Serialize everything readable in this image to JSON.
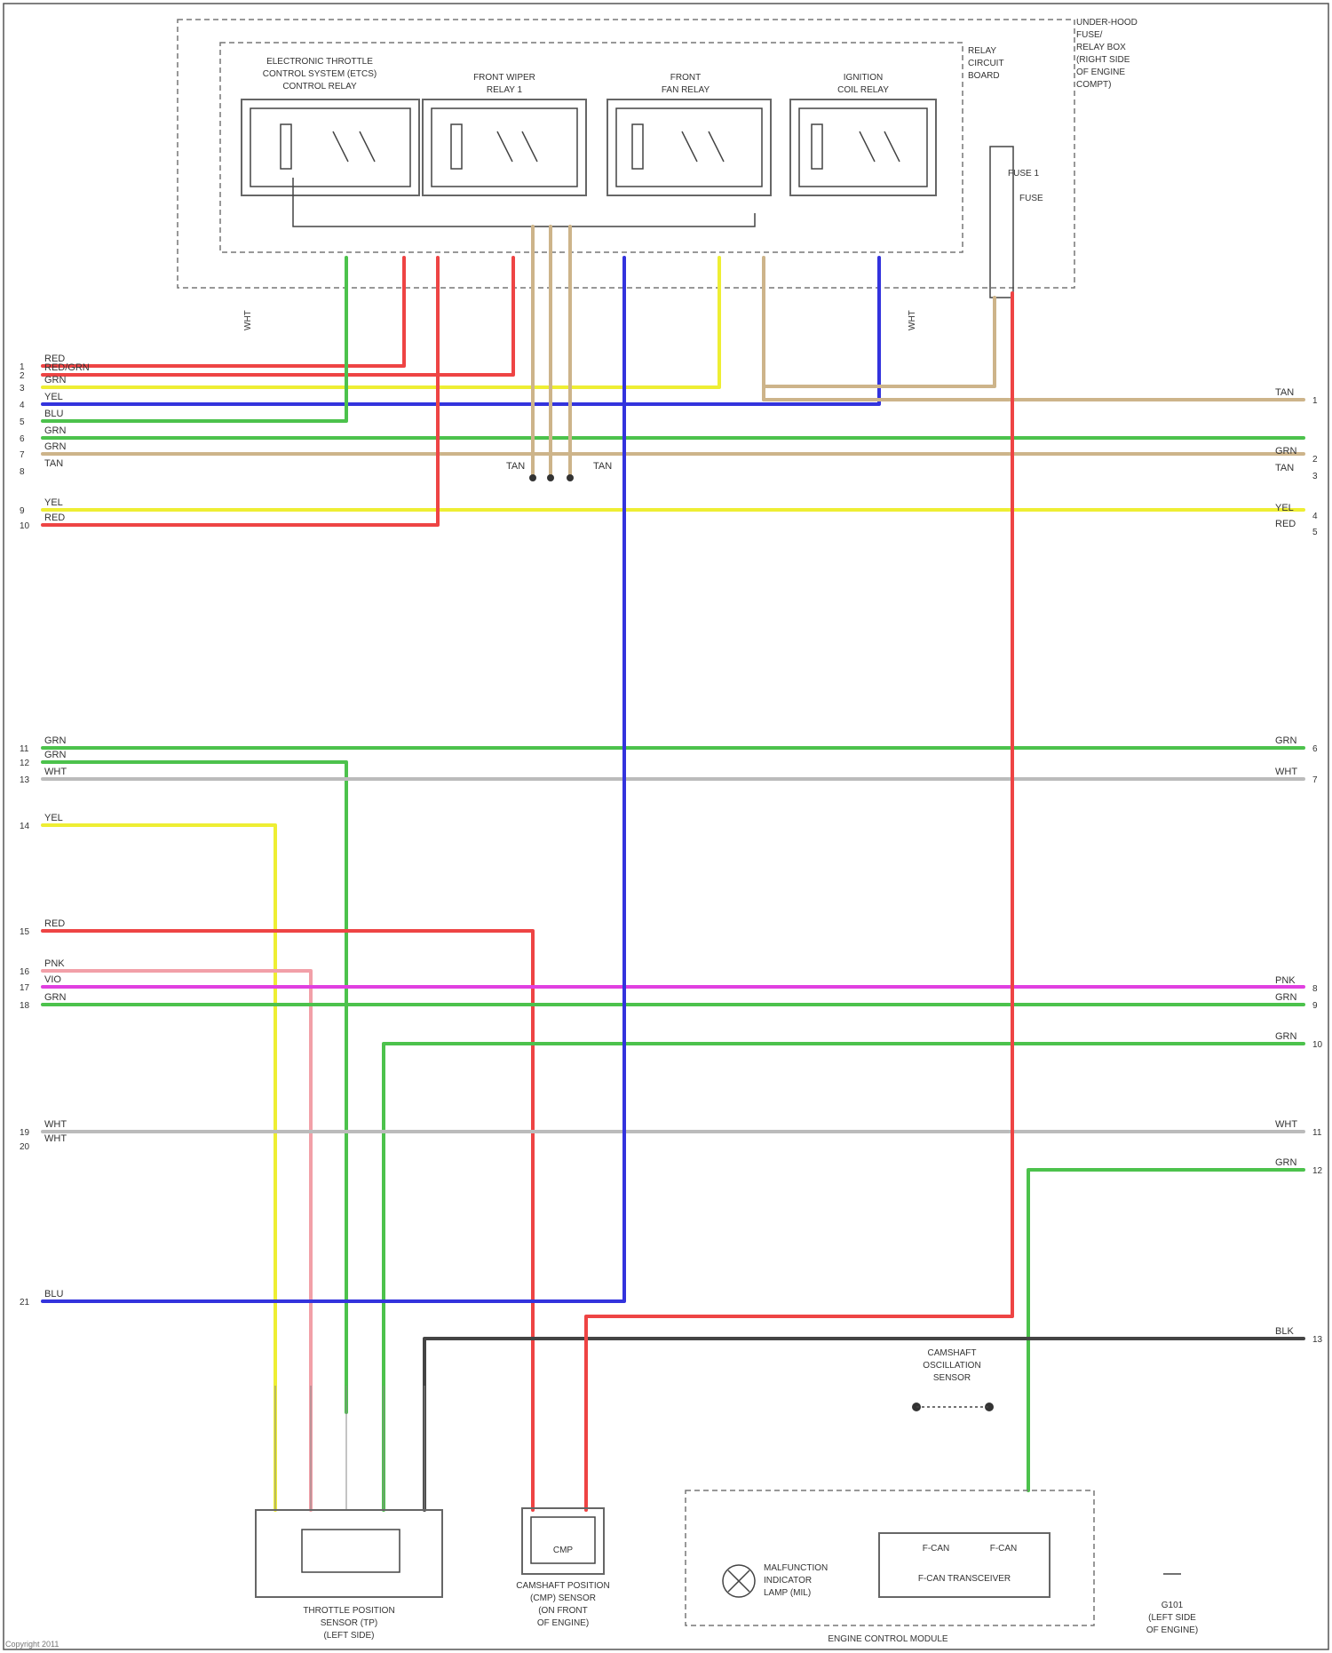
{
  "colors": {
    "RED": "#ee4444",
    "GRN": "#4cc24c",
    "YEL": "#eeee33",
    "BLU": "#3333dd",
    "TAN": "#cdb48a",
    "WHT": "#bbbbbb",
    "PNK": "#f2a0a8",
    "VIO": "#e040e0",
    "BLK": "#444444",
    "RED_GRN": "#ee4444"
  },
  "header": {
    "fuse_box": [
      "UNDER-HOOD",
      "FUSE/",
      "RELAY BOX",
      "(RIGHT SIDE",
      "OF ENGINE",
      "COMPT)"
    ],
    "relays": [
      [
        "ELECTRONIC THROTTLE",
        "CONTROL SYSTEM (ETCS)",
        "CONTROL RELAY"
      ],
      [
        "FRONT WIPER",
        "RELAY 1"
      ],
      [
        "FRONT",
        "FAN RELAY"
      ],
      [
        "IGNITION",
        "COIL RELAY"
      ]
    ],
    "relay_label": [
      "RELAY",
      "CIRCUIT",
      "BOARD"
    ],
    "fuses": [
      "FUSE 1",
      "FUSE"
    ]
  },
  "left_wires": [
    {
      "pin": "1",
      "color": "RED"
    },
    {
      "pin": "2",
      "color": "RED_GRN"
    },
    {
      "pin": "3",
      "color": "GRN"
    },
    {
      "pin": "4",
      "color": "YEL"
    },
    {
      "pin": "5",
      "color": "BLU"
    },
    {
      "pin": "6",
      "color": "GRN"
    },
    {
      "pin": "7",
      "color": "GRN"
    },
    {
      "pin": "8",
      "color": "TAN"
    },
    {
      "pin": "9",
      "color": "YEL"
    },
    {
      "pin": "10",
      "color": "RED"
    },
    {
      "pin": "11",
      "color": "GRN"
    },
    {
      "pin": "12",
      "color": "GRN"
    },
    {
      "pin": "13",
      "color": "WHT"
    },
    {
      "pin": "14",
      "color": "YEL"
    },
    {
      "pin": "15",
      "color": "RED"
    },
    {
      "pin": "16",
      "color": "PNK"
    },
    {
      "pin": "17",
      "color": "VIO"
    },
    {
      "pin": "18",
      "color": "GRN"
    },
    {
      "pin": "19",
      "color": "WHT"
    },
    {
      "pin": "20",
      "color": "WHT"
    },
    {
      "pin": "21",
      "color": "BLU"
    }
  ],
  "right_wires": [
    {
      "pin": "1",
      "color": "TAN"
    },
    {
      "pin": "2",
      "color": "GRN"
    },
    {
      "pin": "3",
      "color": "TAN"
    },
    {
      "pin": "4",
      "color": "YEL"
    },
    {
      "pin": "5",
      "color": "RED"
    },
    {
      "pin": "6",
      "color": "GRN"
    },
    {
      "pin": "7",
      "color": "WHT"
    },
    {
      "pin": "8",
      "color": "PNK"
    },
    {
      "pin": "9",
      "color": "GRN"
    },
    {
      "pin": "10",
      "color": "GRN"
    },
    {
      "pin": "11",
      "color": "WHT"
    },
    {
      "pin": "12",
      "color": "GRN"
    },
    {
      "pin": "13",
      "color": "BLK"
    }
  ],
  "bus_labels": [
    "TAN",
    "TAN"
  ],
  "components": {
    "sensor_left": [
      "THROTTLE POSITION",
      "SENSOR (TP)",
      "(LEFT SIDE)"
    ],
    "sensor_mid": [
      "CAMSHAFT POSITION",
      "(CMP) SENSOR",
      "(ON FRONT",
      "OF ENGINE)"
    ],
    "sensor_mid_tag": "CMP",
    "control_module_box": [
      "ENGINE CONTROL MODULE"
    ],
    "control_module_inner": [
      "F-CAN",
      "F-CAN",
      "F-CAN TRANSCEIVER"
    ],
    "indicator": [
      "MALFUNCTION",
      "INDICATOR",
      "LAMP (MIL)"
    ],
    "shield": [
      "CAMSHAFT",
      "OSCILLATION",
      "SENSOR"
    ],
    "ground": [
      "G101",
      "(LEFT SIDE",
      "OF ENGINE)"
    ]
  },
  "footer_credit": "Copyright 2011"
}
